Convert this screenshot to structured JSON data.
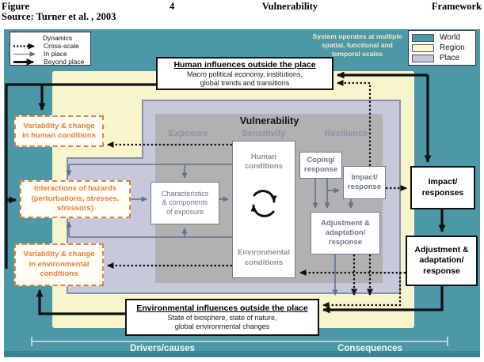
{
  "header": {
    "figure_label": "Figure",
    "figure_number": "4",
    "figure_word1": "Vulnerability",
    "figure_word2": "Framework",
    "source": "Source: Turner et al. , 2003"
  },
  "legend_dynamics": {
    "title": "Dynamics",
    "items": [
      {
        "style": "dotted",
        "label": "Cross-scale"
      },
      {
        "style": "thin",
        "label": "In place"
      },
      {
        "style": "thick",
        "label": "Beyond place"
      }
    ]
  },
  "scale_note": "System operates at multiple\nspatial, functional and\ntemporal scales",
  "legend_scales": {
    "items": [
      {
        "color": "#4c98a8",
        "label": "World"
      },
      {
        "color": "#f8f4cc",
        "label": "Region"
      },
      {
        "color": "#c7c9da",
        "label": "Place"
      }
    ]
  },
  "vulnerability": {
    "title": "Vulnerability",
    "columns": [
      "Exposure",
      "Sensitivity",
      "Resilience"
    ]
  },
  "boxes": {
    "human_influences": {
      "title": "Human influences outside the place",
      "body": "Macro political economy, institutions,\nglobal trends and transitions"
    },
    "env_influences": {
      "title": "Environmental influences outside the place",
      "body": "State of biosphere, state of nature,\nglobal environmental changes"
    },
    "human_variability": "Variability & change\nin human conditions",
    "hazards": "Interactions of hazards\n(perturbations, stresses,\nstressors)",
    "env_variability": "Variability & change\nin environmental\nconditions",
    "characteristics": "Characteristics\n& components\nof exposure",
    "human_conditions": "Human\nconditions",
    "env_conditions": "Environmental\nconditions",
    "coping": "Coping/\nresponse",
    "impact_inner": "Impact/\nresponse",
    "adjustment_inner": "Adjustment &\nadaptation/\nresponse",
    "impact_outer": "Impact/\nresponses",
    "adjustment_outer": "Adjustment &\nadaptation/\nresponse"
  },
  "footer": {
    "left": "Drivers/causes",
    "right": "Consequences"
  },
  "colors": {
    "world_teal": "#4c98a8",
    "region_yellow": "#f8f4cc",
    "place_lavender": "#c7c9da",
    "vulnerability_gray": "#b1b1b1",
    "hazard_orange": "#e0813f",
    "slate_arrow": "#5f7390"
  }
}
